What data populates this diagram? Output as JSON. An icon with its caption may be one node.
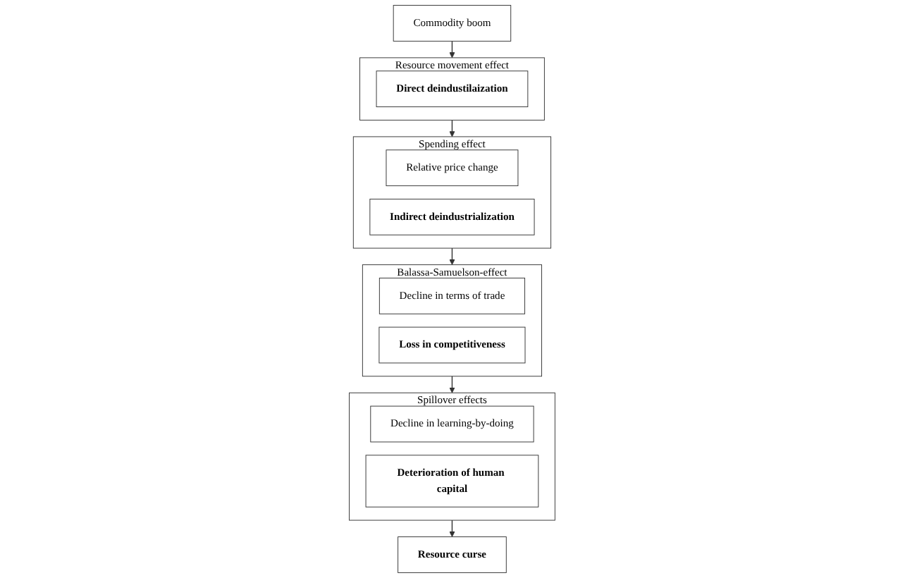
{
  "diagram": {
    "nodes": [
      {
        "text": [
          "Commodity boom"
        ]
      },
      {
        "text": [
          "Resource movement effect"
        ]
      },
      {
        "text": [
          "Direct deindustilaization"
        ],
        "in": 1
      },
      {
        "text": [
          "Spending effect"
        ]
      },
      {
        "text": [
          "Relative price change"
        ],
        "in": 3
      },
      {
        "text": [
          "Indirect deindustrialization"
        ],
        "in": 3
      },
      {
        "text": [
          "Balassa-Samuelson-effect"
        ]
      },
      {
        "text": [
          "Decline in terms of trade"
        ],
        "in": 6
      },
      {
        "text": [
          "Loss in competitiveness"
        ],
        "in": 6
      },
      {
        "text": [
          "Spillover effects"
        ]
      },
      {
        "text": [
          "Decline in learning-by-doing"
        ],
        "in": 9
      },
      {
        "text": [
          "Deterioration of human capital"
        ],
        "in": 9
      },
      {
        "text": [
          "Resource curse"
        ]
      }
    ],
    "edges": [
      {
        "from": 0,
        "to": 1,
        "arrow": "to"
      },
      {
        "from": 1,
        "to": 3,
        "arrow": "to"
      },
      {
        "from": 3,
        "to": 6,
        "arrow": "to"
      },
      {
        "from": 6,
        "to": 9,
        "arrow": "to"
      },
      {
        "from": 9,
        "to": 12,
        "arrow": "to"
      }
    ]
  }
}
